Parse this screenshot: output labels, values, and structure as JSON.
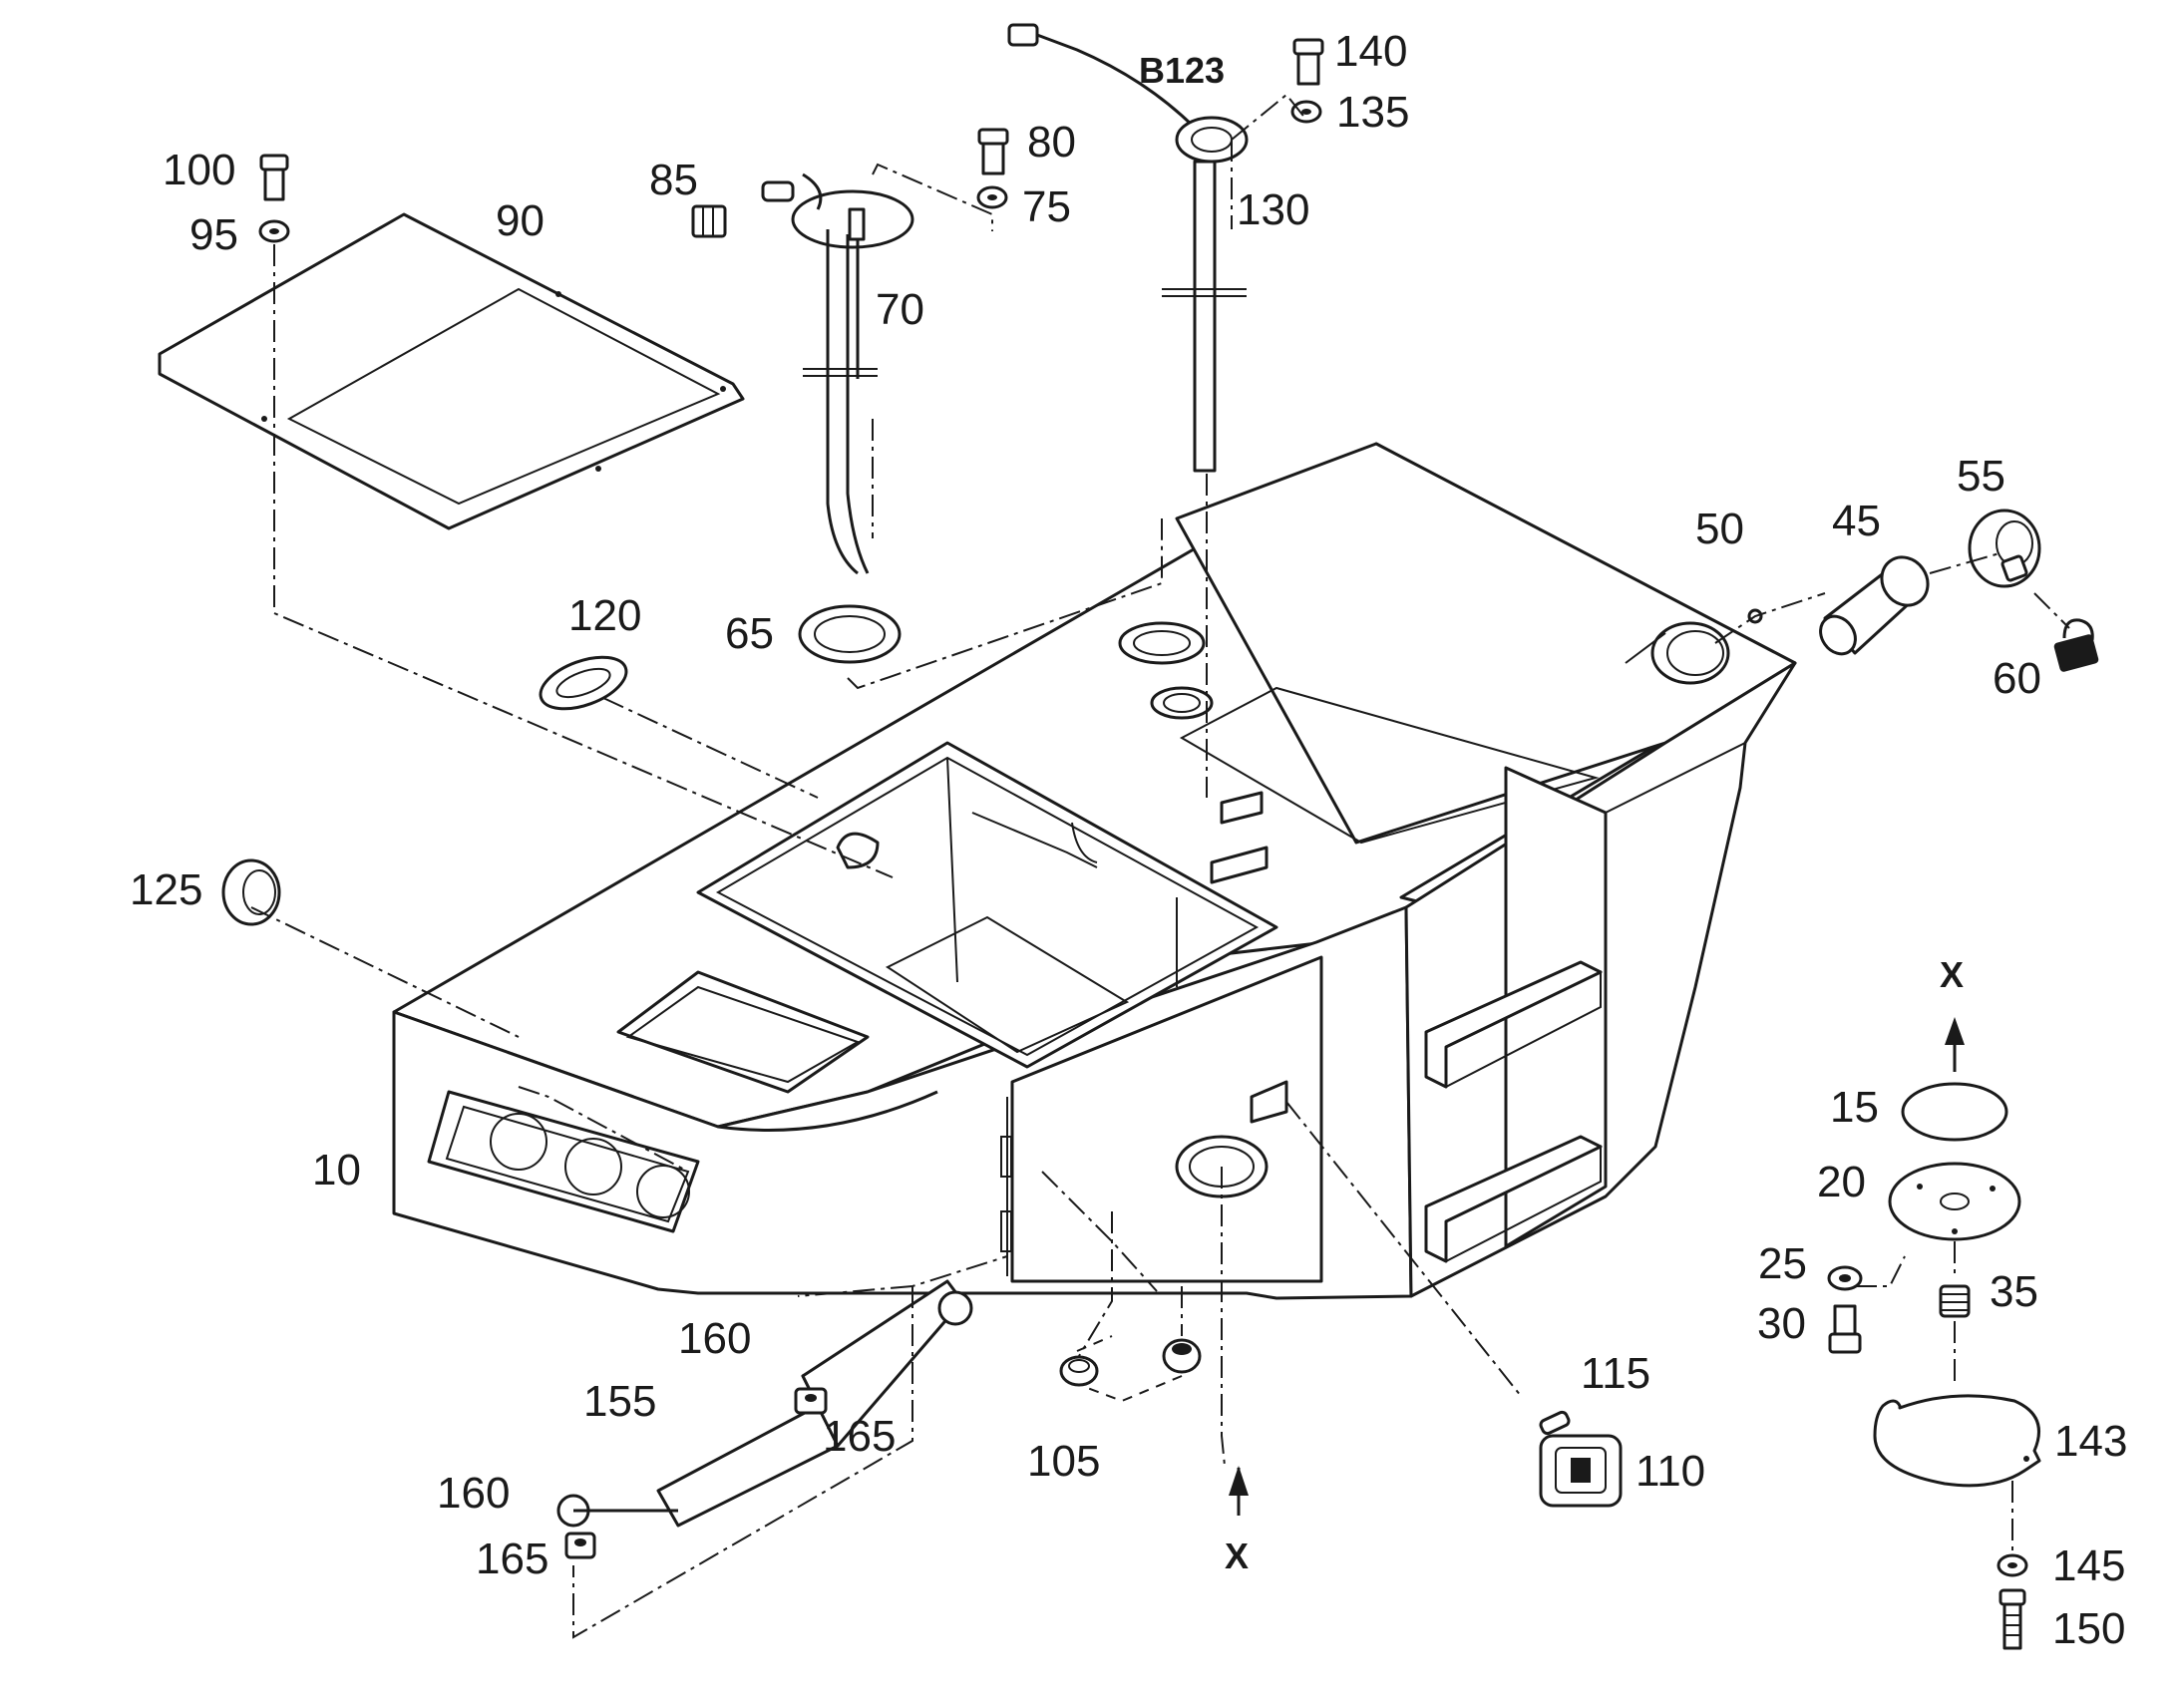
{
  "labels": {
    "p10": "10",
    "p15": "15",
    "p20": "20",
    "p25": "25",
    "p30": "30",
    "p35": "35",
    "p45": "45",
    "p50": "50",
    "p55": "55",
    "p60": "60",
    "p65": "65",
    "p70": "70",
    "p75": "75",
    "p80": "80",
    "p85": "85",
    "p90": "90",
    "p95": "95",
    "p100": "100",
    "p105": "105",
    "p110": "110",
    "p115": "115",
    "p120": "120",
    "p125": "125",
    "p130": "130",
    "p135": "135",
    "p140": "140",
    "p143": "143",
    "p145": "145",
    "p150": "150",
    "p155": "155",
    "p160a": "160",
    "p160b": "160",
    "p165a": "165",
    "p165b": "165",
    "b123": "B123",
    "xTop": "X",
    "xBottom": "X"
  }
}
